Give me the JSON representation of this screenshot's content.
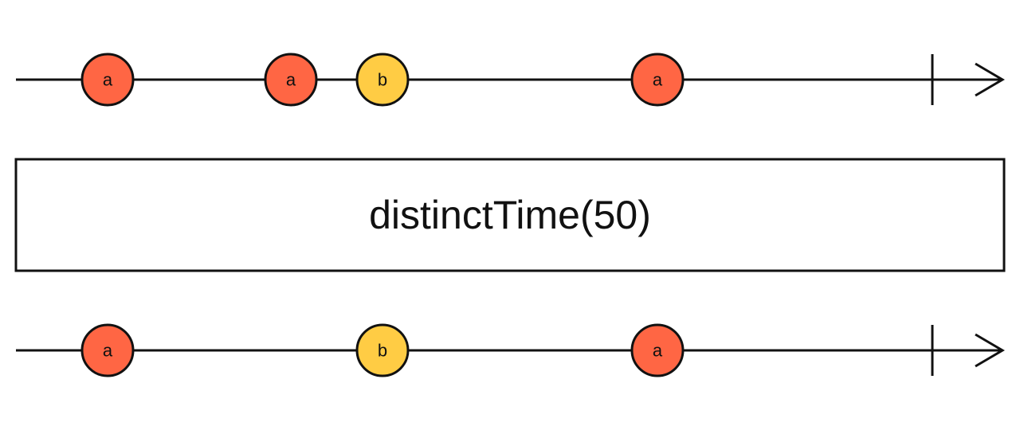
{
  "colors": {
    "a": "#ff6644",
    "b": "#ffcc44",
    "stroke": "#111111"
  },
  "input_stream": {
    "marbles": [
      {
        "label": "a",
        "color_key": "a",
        "time": 1
      },
      {
        "label": "a",
        "color_key": "a",
        "time": 3
      },
      {
        "label": "b",
        "color_key": "b",
        "time": 4
      },
      {
        "label": "a",
        "color_key": "a",
        "time": 7
      }
    ],
    "completed": true
  },
  "operator": {
    "label": "distinctTime(50)"
  },
  "output_stream": {
    "marbles": [
      {
        "label": "a",
        "color_key": "a",
        "time": 1
      },
      {
        "label": "b",
        "color_key": "b",
        "time": 4
      },
      {
        "label": "a",
        "color_key": "a",
        "time": 7
      }
    ],
    "completed": true
  }
}
